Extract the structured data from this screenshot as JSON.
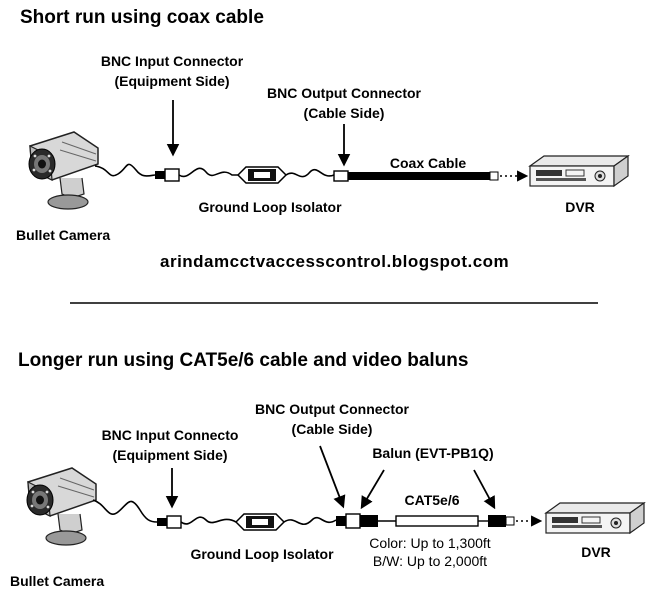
{
  "top": {
    "heading": "Short run using coax cable",
    "bnc_input_line1": "BNC Input Connector",
    "bnc_input_line2": "(Equipment Side)",
    "bnc_output_line1": "BNC Output Connector",
    "bnc_output_line2": "(Cable Side)",
    "cable_label": "Coax Cable",
    "isolator_label": "Ground Loop Isolator",
    "camera_label": "Bullet Camera",
    "dvr_label": "DVR"
  },
  "watermark": "arindamcctvaccesscontrol.blogspot.com",
  "bottom": {
    "heading": "Longer run using CAT5e/6 cable and video baluns",
    "bnc_output_line1": "BNC Output Connector",
    "bnc_output_line2": "(Cable Side)",
    "bnc_input_line1": "BNC Input Connecto",
    "bnc_input_line2": "(Equipment Side)",
    "balun_label": "Balun (EVT-PB1Q)",
    "cable_label": "CAT5e/6",
    "isolator_label": "Ground Loop Isolator",
    "color_range": "Color: Up to 1,300ft",
    "bw_range": "B/W: Up to 2,000ft",
    "camera_label": "Bullet Camera",
    "dvr_label": "DVR"
  }
}
